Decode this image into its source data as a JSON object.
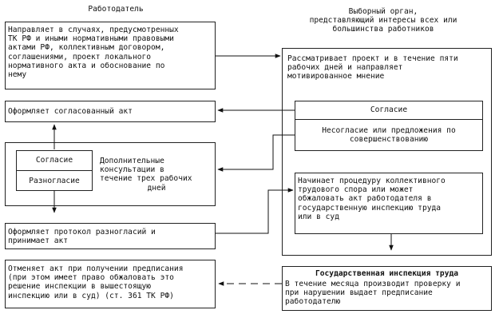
{
  "headers": {
    "employer": "Работодатель",
    "body_line1": "Выборный орган,",
    "body_line2": "представляющий интересы всех или",
    "body_line3": "большинства работников"
  },
  "employer": {
    "sends_l1": "Направляет в случаях, предусмотренных",
    "sends_l2": "ТК РФ и иными нормативными правовыми",
    "sends_l3": "актами РФ, коллективным договором,",
    "sends_l4": "соглашениями, проект локального",
    "sends_l5": "нормативного акта и обоснование по",
    "sends_l6": "нему",
    "formalizes_agreed": "Оформляет согласованный акт",
    "agreement": "Согласие",
    "disagreement": "Разногласие",
    "consult_l1": "Дополнительные",
    "consult_l2": "консультации в",
    "consult_l3": "течение трех рабочих",
    "consult_l4": "дней",
    "protocol_l1": "Оформляет протокол разногласий и",
    "protocol_l2": "принимает акт",
    "cancel_l1": "Отменяет акт при получении предписания",
    "cancel_l2": "(при этом имеет право обжаловать это",
    "cancel_l3": "решение инспекции в вышестоящую",
    "cancel_l4": "инспекцию или в суд) (ст. 361 ТК РФ)"
  },
  "union": {
    "review_l1": "Рассматривает проект и в течение пяти",
    "review_l2": "рабочих дней и направляет",
    "review_l3": "мотивированное мнение",
    "agreement": "Согласие",
    "disagree_l1": "Несогласие или предложения по",
    "disagree_l2": "совершенствованию",
    "dispute_l1": "Начинает процедуру коллективного",
    "dispute_l2": "трудового спора или может",
    "dispute_l3": "обжаловать акт работодателя в",
    "dispute_l4": "государственную инспекцию труда",
    "dispute_l5": "или в суд"
  },
  "inspection": {
    "title": "Государственная инспекция труда",
    "desc_l1": "В течение месяца производит проверку и",
    "desc_l2": "при нарушении выдает предписание",
    "desc_l3": "работодателю"
  }
}
